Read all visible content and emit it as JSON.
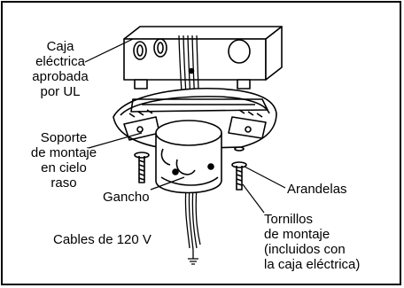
{
  "labels": {
    "box": [
      "Caja",
      "eléctrica",
      "aprobada",
      "por UL"
    ],
    "bracket": [
      "Soporte",
      "de montaje",
      "en cielo",
      "raso"
    ],
    "hook": "Gancho",
    "washers": "Arandelas",
    "wires": "Cables de 120 V",
    "screws": [
      "Tornillos",
      "de montaje",
      "(incluidos con",
      "la caja eléctrica)"
    ]
  }
}
